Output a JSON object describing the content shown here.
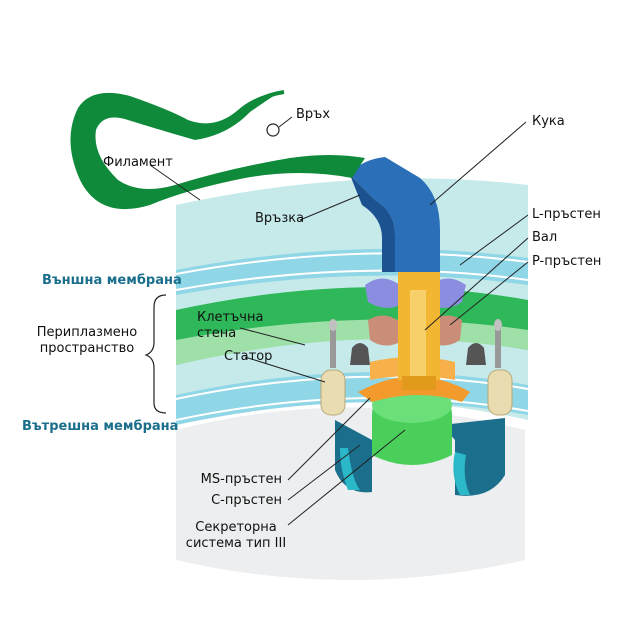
{
  "labels": {
    "tip": "Връх",
    "hook": "Кука",
    "filament": "Филамент",
    "junction": "Връзка",
    "l_ring": "L-пръстен",
    "rod": "Вал",
    "p_ring": "P-пръстен",
    "outer_membrane": "Външна мембрана",
    "periplasmic_line1": "Периплазмено",
    "periplasmic_line2": "пространство",
    "cell_wall_line1": "Клетъчна",
    "cell_wall_line2": "стена",
    "stator": "Статор",
    "inner_membrane": "Вътрешна мембрана",
    "ms_ring": "MS-пръстен",
    "c_ring": "C-пръстен",
    "secretion_line1": "Секреторна",
    "secretion_line2": "система тип III"
  },
  "colors": {
    "filament": "#0f8a3a",
    "hook": "#2a6fb8",
    "outer_membrane": "#a8dde0",
    "cell_wall": "#3fbf62",
    "inner_membrane": "#8fd6e6",
    "cytoplasm": "#e9ecef",
    "rod": "#f2b633",
    "l_ring": "#8b8ee0",
    "p_ring": "#c98d78",
    "ms_ring": "#f29b2c",
    "c_ring": "#1b6f8c",
    "secretion": "#4ad05a",
    "stator": "#e8dcb0",
    "label_teal": "#1b6f8c"
  }
}
